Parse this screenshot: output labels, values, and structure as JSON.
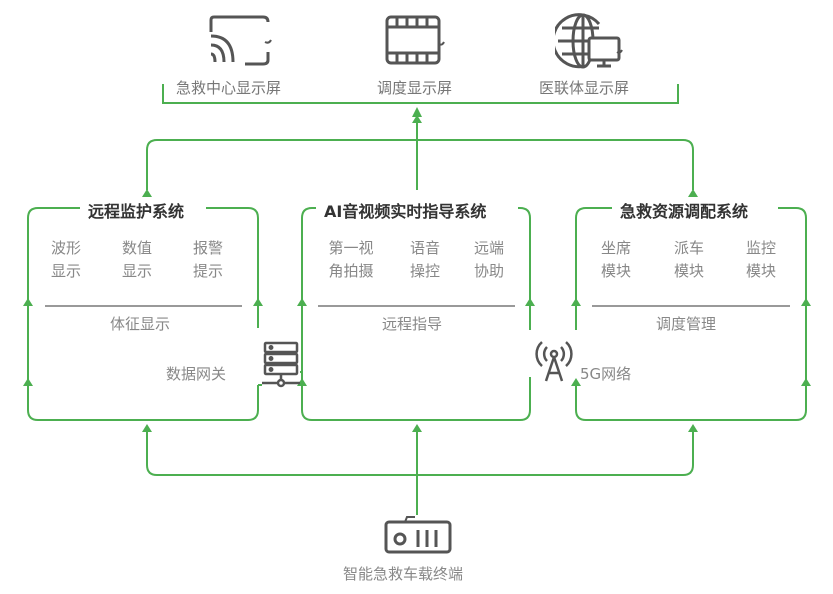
{
  "displays": [
    {
      "label": "急救中心显示屏",
      "icon": "cast-screen-icon"
    },
    {
      "label": "调度显示屏",
      "icon": "film-screen-icon"
    },
    {
      "label": "医联体显示屏",
      "icon": "globe-screen-icon"
    }
  ],
  "systems": [
    {
      "title": "远程监护系统",
      "items": [
        {
          "line1": "波形",
          "line2": "显示"
        },
        {
          "line1": "数值",
          "line2": "显示"
        },
        {
          "line1": "报警",
          "line2": "提示"
        }
      ],
      "footer": "体征显示"
    },
    {
      "title": "AI音视频实时指导系统",
      "items": [
        {
          "line1": "第一视",
          "line2": "角拍摄"
        },
        {
          "line1": "语音",
          "line2": "操控"
        },
        {
          "line1": "远端",
          "line2": "协助"
        }
      ],
      "footer": "远程指导"
    },
    {
      "title": "急救资源调配系统",
      "items": [
        {
          "line1": "坐席",
          "line2": "模块"
        },
        {
          "line1": "派车",
          "line2": "模块"
        },
        {
          "line1": "监控",
          "line2": "模块"
        }
      ],
      "footer": "调度管理"
    }
  ],
  "gateway": {
    "label": "数据网关",
    "icon": "server-icon"
  },
  "network": {
    "label": "5G网络",
    "icon": "antenna-icon"
  },
  "terminal": {
    "label": "智能急救车载终端",
    "icon": "vehicle-terminal-icon"
  },
  "colors": {
    "accent": "#3cb371",
    "line": "#4caf50"
  }
}
